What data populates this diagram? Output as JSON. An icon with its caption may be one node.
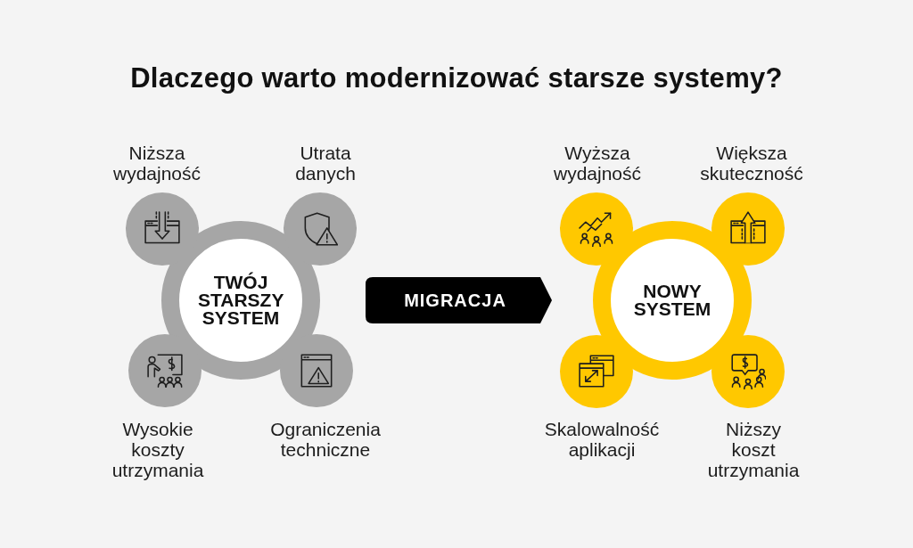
{
  "diagram": {
    "title": "Dlaczego warto modernizować starsze systemy?",
    "nodes": [
      {
        "text": [
          "TWÓJ STARSZY SYSTEM"
        ]
      },
      {
        "text": [],
        "shape": "circle",
        "beside": [
          "Niższa wydajność"
        ]
      },
      {
        "text": [],
        "shape": "circle",
        "beside": [
          "Utrata danych"
        ]
      },
      {
        "text": [],
        "shape": "circle",
        "beside": [
          "Wysokie koszty utrzymania"
        ]
      },
      {
        "text": [],
        "shape": "circle",
        "beside": [
          "Ograniczenia techniczne"
        ]
      },
      {
        "text": [
          "MIGRACJA"
        ]
      },
      {
        "text": [
          "NOWY SYSTEM"
        ]
      },
      {
        "text": [],
        "shape": "circle",
        "beside": [
          "Wyższa wydajność"
        ]
      },
      {
        "text": [],
        "shape": "circle",
        "beside": [
          "Większa skuteczność"
        ]
      },
      {
        "text": [],
        "shape": "circle",
        "beside": [
          "Skalowalność aplikacji"
        ]
      },
      {
        "text": [],
        "shape": "circle",
        "beside": [
          "Niższy koszt utrzymania"
        ]
      }
    ]
  }
}
